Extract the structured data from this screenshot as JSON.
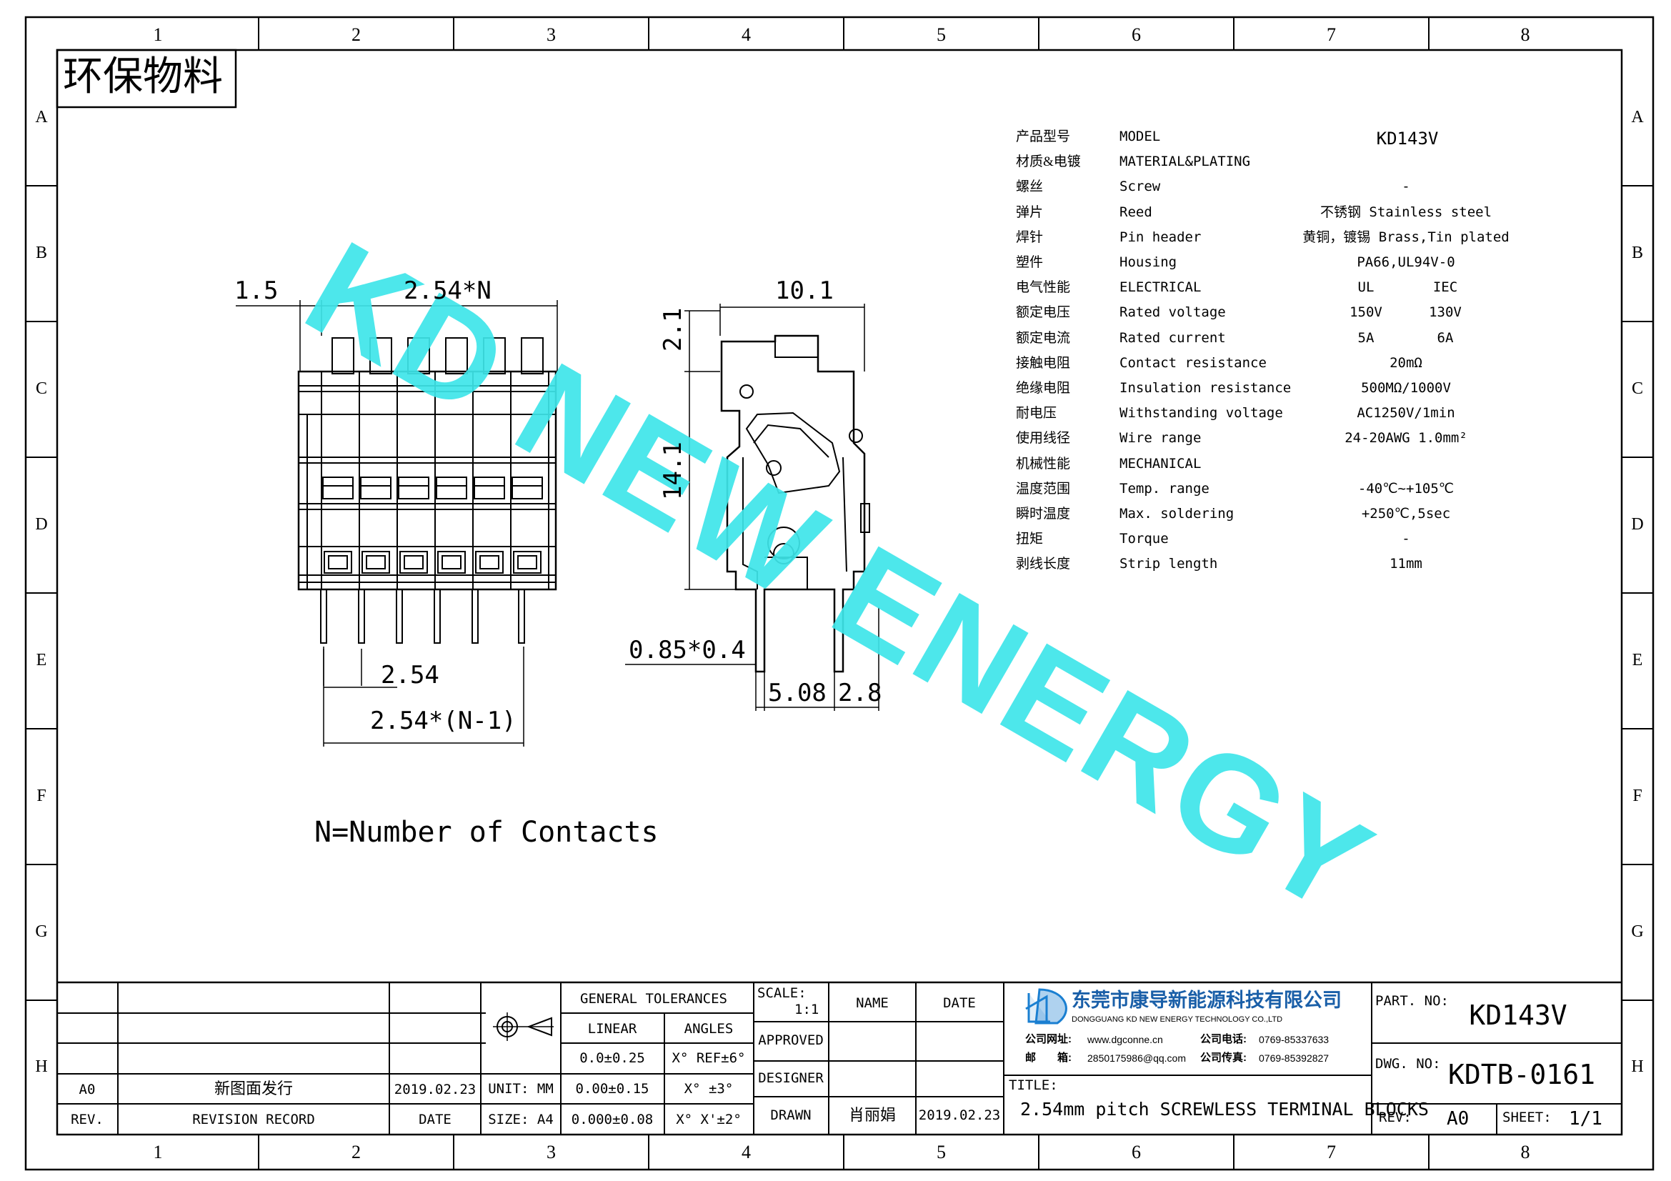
{
  "frame": {
    "columns": [
      "1",
      "2",
      "3",
      "4",
      "5",
      "6",
      "7",
      "8"
    ],
    "rows": [
      "A",
      "B",
      "C",
      "D",
      "E",
      "F",
      "G",
      "H"
    ]
  },
  "eco_stamp": "环保物料",
  "watermark": "KD NEW ENERGY",
  "dimensions": {
    "pitch_offset": "1.5",
    "pitch_n": "2.54*N",
    "pitch": "2.54",
    "pitch_n_minus_1": "2.54*(N-1)",
    "width": "10.1",
    "top_h": "2.1",
    "height": "14.1",
    "pin": "0.85*0.4",
    "pin_spacing": "5.08",
    "pin_offset": "2.8"
  },
  "note": "N=Number of Contacts",
  "specs": [
    {
      "cn": "产品型号",
      "en": "MODEL",
      "v1": "KD143V",
      "v2": ""
    },
    {
      "cn": "材质&电镀",
      "en": "MATERIAL&PLATING",
      "v1": "",
      "v2": ""
    },
    {
      "cn": "螺丝",
      "en": "Screw",
      "v1": "-",
      "v2": ""
    },
    {
      "cn": "弹片",
      "en": "Reed",
      "v1": "不锈钢 Stainless steel",
      "v2": ""
    },
    {
      "cn": "焊针",
      "en": "Pin header",
      "v1": "黄铜，镀锡 Brass,Tin plated",
      "v2": ""
    },
    {
      "cn": "塑件",
      "en": "Housing",
      "v1": "PA66,UL94V-0",
      "v2": ""
    },
    {
      "cn": "电气性能",
      "en": "ELECTRICAL",
      "v1": "UL",
      "v2": "IEC"
    },
    {
      "cn": "额定电压",
      "en": "Rated voltage",
      "v1": "150V",
      "v2": "130V"
    },
    {
      "cn": "额定电流",
      "en": "Rated current",
      "v1": "5A",
      "v2": "6A"
    },
    {
      "cn": "接触电阻",
      "en": "Contact resistance",
      "v1": "20mΩ",
      "v2": ""
    },
    {
      "cn": "绝缘电阻",
      "en": "Insulation resistance",
      "v1": "500MΩ/1000V",
      "v2": ""
    },
    {
      "cn": "耐电压",
      "en": "Withstanding voltage",
      "v1": "AC1250V/1min",
      "v2": ""
    },
    {
      "cn": "使用线径",
      "en": "Wire range",
      "v1": "24-20AWG 1.0mm²",
      "v2": ""
    },
    {
      "cn": "机械性能",
      "en": "MECHANICAL",
      "v1": "",
      "v2": ""
    },
    {
      "cn": "温度范围",
      "en": "Temp. range",
      "v1": "-40℃~+105℃",
      "v2": ""
    },
    {
      "cn": "瞬时温度",
      "en": "Max. soldering",
      "v1": "+250℃,5sec",
      "v2": ""
    },
    {
      "cn": "扭矩",
      "en": "Torque",
      "v1": "-",
      "v2": ""
    },
    {
      "cn": "剥线长度",
      "en": "Strip length",
      "v1": "11mm",
      "v2": ""
    }
  ],
  "title_block": {
    "general_tolerances": "GENERAL TOLERANCES",
    "linear": "LINEAR",
    "angles": "ANGLES",
    "lin1": "0.0±0.25",
    "lin2": "0.00±0.15",
    "lin3": "0.000±0.08",
    "ang1": "X° REF±6°",
    "ang2": "X° ±3°",
    "ang3": "X° X'±2°",
    "unit": "UNIT: MM",
    "size": "SIZE: A4",
    "scale_label": "SCALE:",
    "scale": "1:1",
    "name": "NAME",
    "date": "DATE",
    "approved": "APPROVED",
    "designer": "DESIGNER",
    "drawn": "DRAWN",
    "drawn_name": "肖丽娟",
    "drawn_date": "2019.02.23",
    "rev_code": "A0",
    "rev_desc": "新图面发行",
    "rev_date": "2019.02.23",
    "rev_hdr": "REV.",
    "rev_record": "REVISION RECORD",
    "date_hdr": "DATE",
    "company_cn": "东莞市康导新能源科技有限公司",
    "company_en": "DONGGUANG KD NEW ENERGY TECHNOLOGY CO.,LTD",
    "web_label": "公司网址:",
    "web": "www.dgconne.cn",
    "tel_label": "公司电话:",
    "tel": "0769-85337633",
    "mail_label": "邮　　箱:",
    "mail": "2850175986@qq.com",
    "fax_label": "公司传真:",
    "fax": "0769-85392827",
    "title_label": "TITLE:",
    "title": "2.54mm pitch SCREWLESS TERMINAL BLOCKS",
    "part_label": "PART. NO:",
    "part_no": "KD143V",
    "dwg_label": "DWG. NO:",
    "dwg_no": "KDTB-0161",
    "rev_label": "REV:",
    "rev": "A0",
    "sheet_label": "SHEET:",
    "sheet": "1/1"
  },
  "colors": {
    "watermark": "#3ee6ea",
    "logo": "#1a7fd1"
  }
}
